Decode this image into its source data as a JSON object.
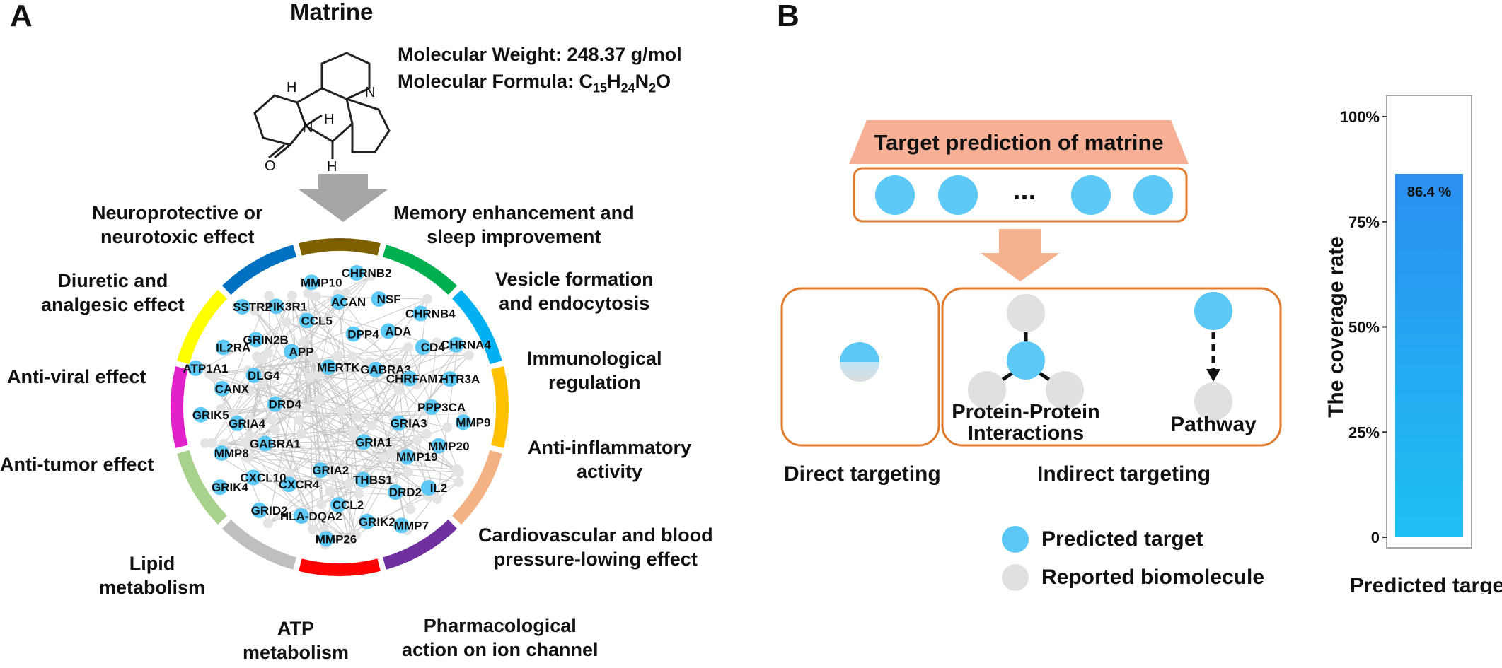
{
  "panelA": {
    "letter": "A",
    "compound": "Matrine",
    "mw_label": "Molecular Weight: 248.37 g/mol",
    "mf_prefix": "Molecular Formula: ",
    "formula": [
      {
        "t": "C",
        "sub": "15"
      },
      {
        "t": "H",
        "sub": "24"
      },
      {
        "t": "N",
        "sub": "2"
      },
      {
        "t": "O",
        "sub": ""
      }
    ],
    "atoms": {
      "N1": "N",
      "N2": "N",
      "O": "O",
      "H1": "H",
      "H2": "H",
      "H3": "H"
    },
    "categories": [
      {
        "id": "neuro",
        "lines": [
          "Neuroprotective or",
          "neurotoxic effect"
        ],
        "color": "#7f6000"
      },
      {
        "id": "memory",
        "lines": [
          "Memory enhancement and",
          "sleep improvement"
        ],
        "color": "#00b050"
      },
      {
        "id": "vesicle",
        "lines": [
          "Vesicle formation",
          "and endocytosis"
        ],
        "color": "#00b0f0"
      },
      {
        "id": "immuno",
        "lines": [
          "Immunological",
          "regulation"
        ],
        "color": "#ffc000"
      },
      {
        "id": "inflam",
        "lines": [
          "Anti-inflammatory",
          "activity"
        ],
        "color": "#f4b183"
      },
      {
        "id": "cardio",
        "lines": [
          "Cardiovascular and blood",
          "pressure-lowing effect"
        ],
        "color": "#7030a0"
      },
      {
        "id": "ion",
        "lines": [
          "Pharmacological",
          "action on ion channel"
        ],
        "color": "#ff0000"
      },
      {
        "id": "atp",
        "lines": [
          "ATP",
          "metabolism"
        ],
        "color": "#bfbfbf"
      },
      {
        "id": "lipid",
        "lines": [
          "Lipid",
          "metabolism"
        ],
        "color": "#a9d18e"
      },
      {
        "id": "tumor",
        "lines": [
          "Anti-tumor effect"
        ],
        "color": "#e020c8"
      },
      {
        "id": "viral",
        "lines": [
          "Anti-viral effect"
        ],
        "color": "#ffff00"
      },
      {
        "id": "diuretic",
        "lines": [
          "Diuretic and",
          "analgesic effect"
        ],
        "color": "#0070c0"
      }
    ],
    "genes": [
      "MERTK",
      "GRIA1",
      "DRD4",
      "GABRA3",
      "GRIA2",
      "APP",
      "GRIA3",
      "GABRA1",
      "DPP4",
      "THBS1",
      "DLG4",
      "CHRFAM7A",
      "CXCR4",
      "CCL5",
      "MMP19",
      "GRIA4",
      "ADA",
      "CCL2",
      "GRIN2B",
      "PPP3CA",
      "CXCL10",
      "ACAN",
      "DRD2",
      "CANX",
      "CD4",
      "HLA-DQA2",
      "PIK3R1",
      "MMP20",
      "MMP8",
      "NSF",
      "GRIK2",
      "IL2RA",
      "HTR3A",
      "GRID2",
      "MMP10",
      "IL2",
      "GRIK5",
      "CHRNB4",
      "MMP26",
      "SSTR2",
      "MMP9",
      "GRIK4",
      "CHRNB2",
      "MMP7",
      "ATP1A1",
      "CHRNA4"
    ]
  },
  "panelB": {
    "letter": "B",
    "prediction_title": "Target prediction of matrine",
    "ellipsis": "...",
    "ppi_label_1": "Protein-Protein",
    "ppi_label_2": "Interactions",
    "pathway_label": "Pathway",
    "direct_label": "Direct targeting",
    "indirect_label": "Indirect targeting",
    "legend": [
      {
        "label": "Predicted target",
        "color": "#5bc8f5"
      },
      {
        "label": "Reported biomolecule",
        "color": "#e0e0e0"
      }
    ],
    "colors": {
      "orange": "#e07b2e",
      "box_fill": "#f7a98a",
      "predicted": "#5bc8f5",
      "reported": "#e0e0e0"
    }
  },
  "chart_data": {
    "type": "bar",
    "categories": [
      "Predicted target"
    ],
    "values": [
      86.4
    ],
    "value_label": "86.4 %",
    "ylabel": "The coverage rate",
    "yticks": [
      "0",
      "25%",
      "50%",
      "75%",
      "100%"
    ],
    "ylim": [
      0,
      100
    ]
  }
}
